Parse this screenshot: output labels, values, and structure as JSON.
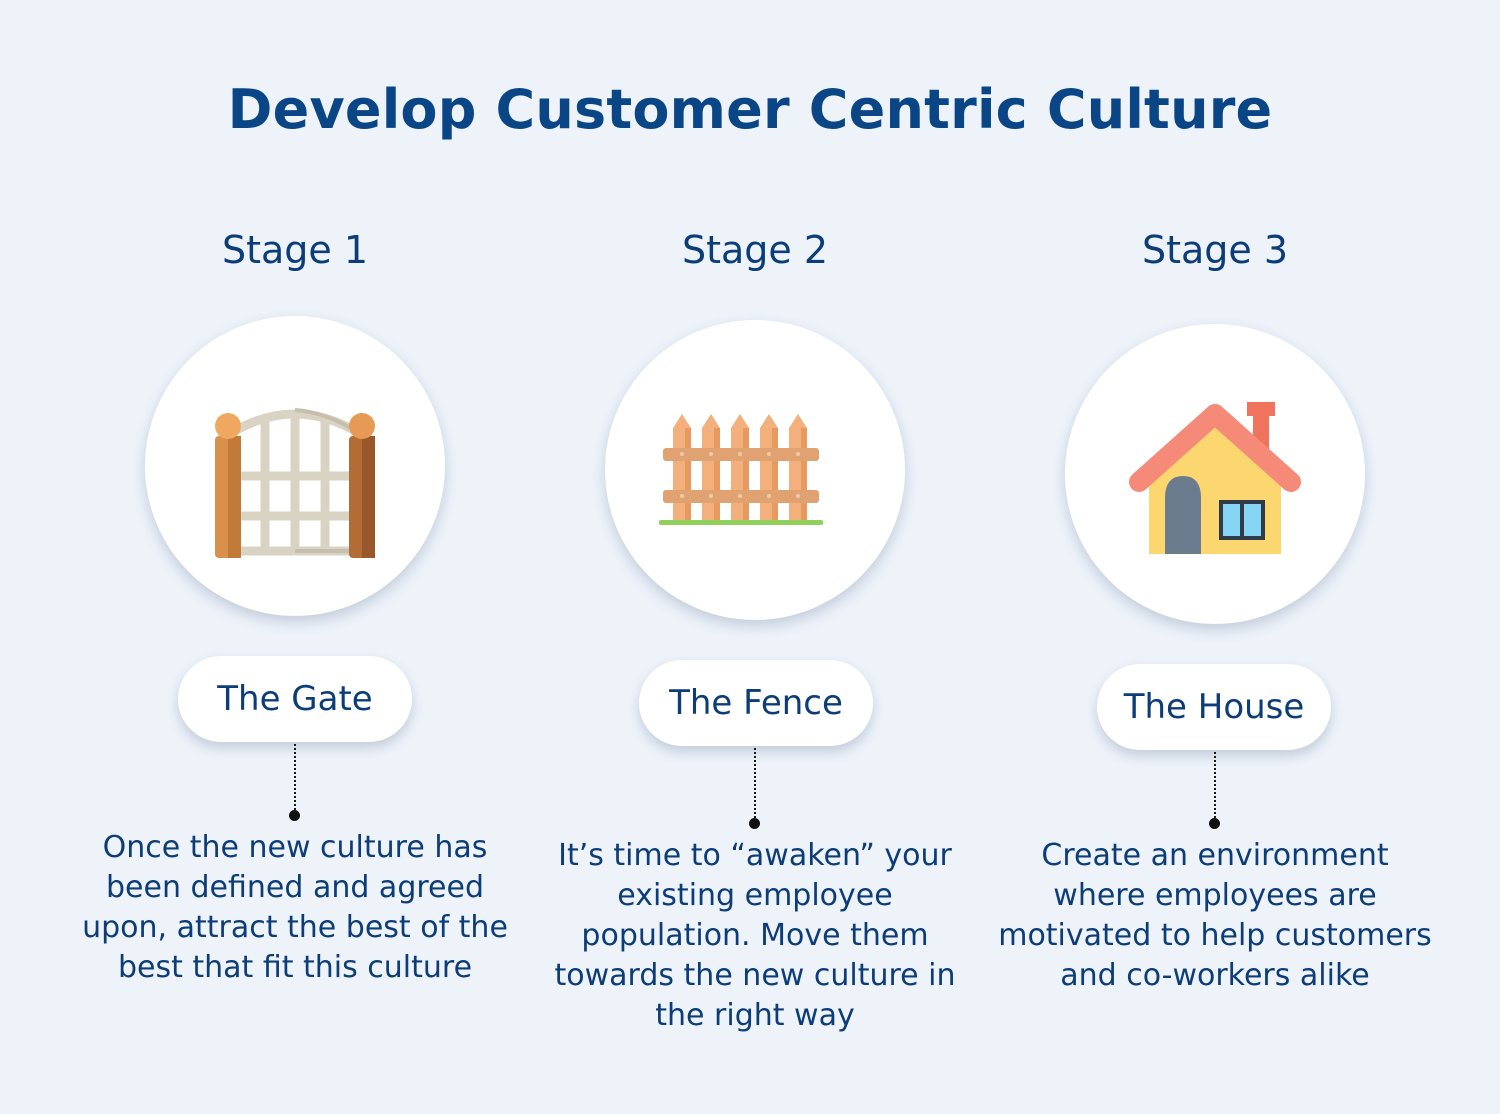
{
  "title": "Develop Customer Centric Culture",
  "stages": [
    {
      "label": "Stage 1",
      "icon": "gate-icon",
      "name": "The Gate",
      "description": "Once the new culture has been defined and agreed upon, attract the best of the best that fit this culture"
    },
    {
      "label": "Stage 2",
      "icon": "fence-icon",
      "name": "The Fence",
      "description": "It’s time to “awaken” your existing employee population. Move them towards the new culture in the right way"
    },
    {
      "label": "Stage 3",
      "icon": "house-icon",
      "name": "The House",
      "description": "Create an environment where employees are motivated to help customers and co-workers alike"
    }
  ],
  "colors": {
    "background": "#eef3fa",
    "heading": "#0a4686",
    "text": "#0d3d78",
    "card": "#ffffff"
  }
}
